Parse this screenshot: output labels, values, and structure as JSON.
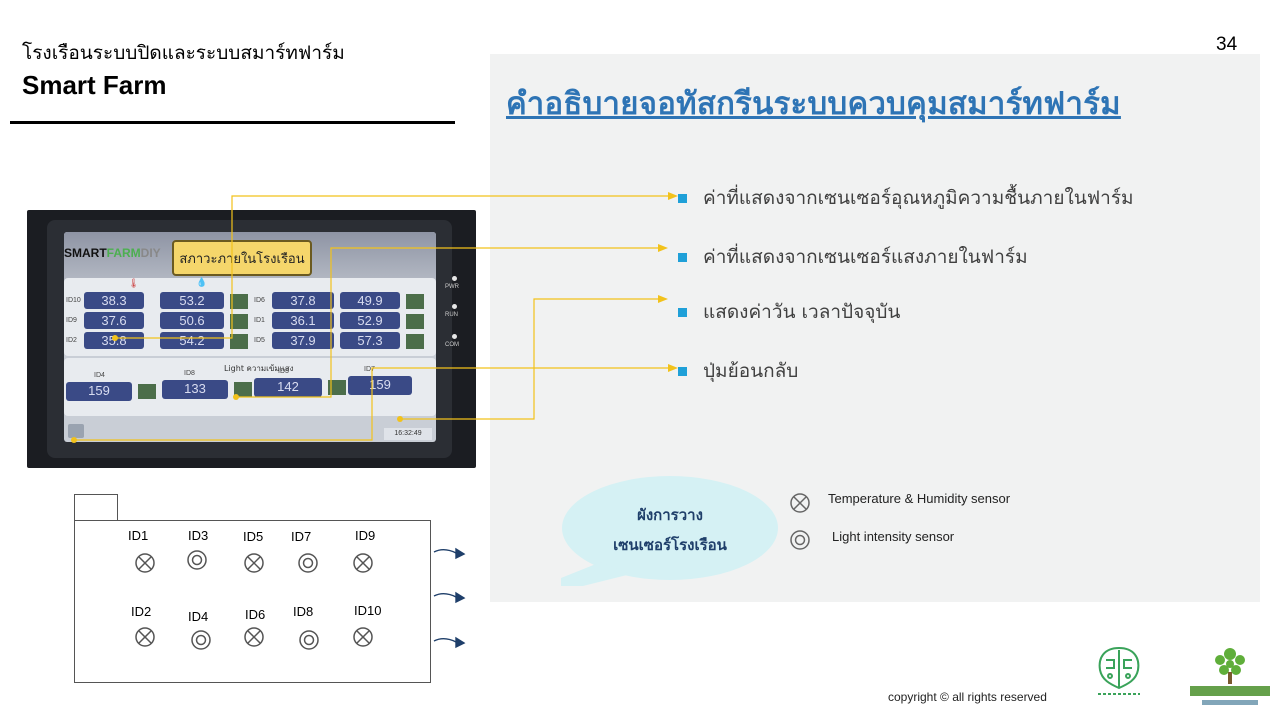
{
  "header": {
    "title_th": "โรงเรือนระบบปิดและระบบสมาร์ทฟาร์ม",
    "subtitle": "Smart Farm",
    "page_number": "34"
  },
  "panel": {
    "heading": "คำอธิบายจอทัสกรีนระบบควบคุมสมาร์ทฟาร์ม",
    "bullets": [
      "ค่าที่แสดงจากเซนเซอร์อุณหภูมิความชื้นภายในฟาร์ม",
      "ค่าที่แสดงจากเซนเซอร์แสงภายในฟาร์ม",
      "แสดงค่าวัน เวลาปัจจุบัน",
      "ปุ่มย้อนกลับ"
    ]
  },
  "hmi": {
    "brand_a": "SMART",
    "brand_b": "FARM",
    "brand_c": "DIY",
    "title": "สภาวะภายในโรงเรือน",
    "left_ids": [
      "ID10",
      "ID9",
      "ID2"
    ],
    "left_temp": [
      "38.3",
      "37.6",
      "35.8"
    ],
    "left_hum": [
      "53.2",
      "50.6",
      "54.2"
    ],
    "right_ids": [
      "ID6",
      "ID1",
      "ID5"
    ],
    "right_temp": [
      "37.8",
      "36.1",
      "37.9"
    ],
    "right_hum": [
      "49.9",
      "52.9",
      "57.3"
    ],
    "light_title": "Light ความเข้มแสง",
    "light_ids": [
      "ID4",
      "ID8",
      "ID3",
      "ID7"
    ],
    "light_values": [
      "159",
      "133",
      "142",
      "159"
    ],
    "clock": "16:32:49",
    "leds": [
      "PWR",
      "RUN",
      "COM"
    ]
  },
  "floor_plan": {
    "top_row": [
      "ID1",
      "ID3",
      "ID5",
      "ID7",
      "ID9"
    ],
    "bottom_row": [
      "ID2",
      "ID4",
      "ID6",
      "ID8",
      "ID10"
    ]
  },
  "bubble": {
    "line1": "ผังการวาง",
    "line2": "เซนเซอร์โรงเรือน"
  },
  "legend": {
    "temp_humidity": "Temperature & Humidity sensor",
    "light": "Light intensity sensor"
  },
  "footer": {
    "copyright": "copyright © all rights reserved"
  },
  "colors": {
    "heading": "#2e74b5",
    "bullet": "#1fa0d8",
    "callout_line": "#f2c21b",
    "bubble": "#d5f1f4",
    "hmi_value": "#3a4a86"
  }
}
